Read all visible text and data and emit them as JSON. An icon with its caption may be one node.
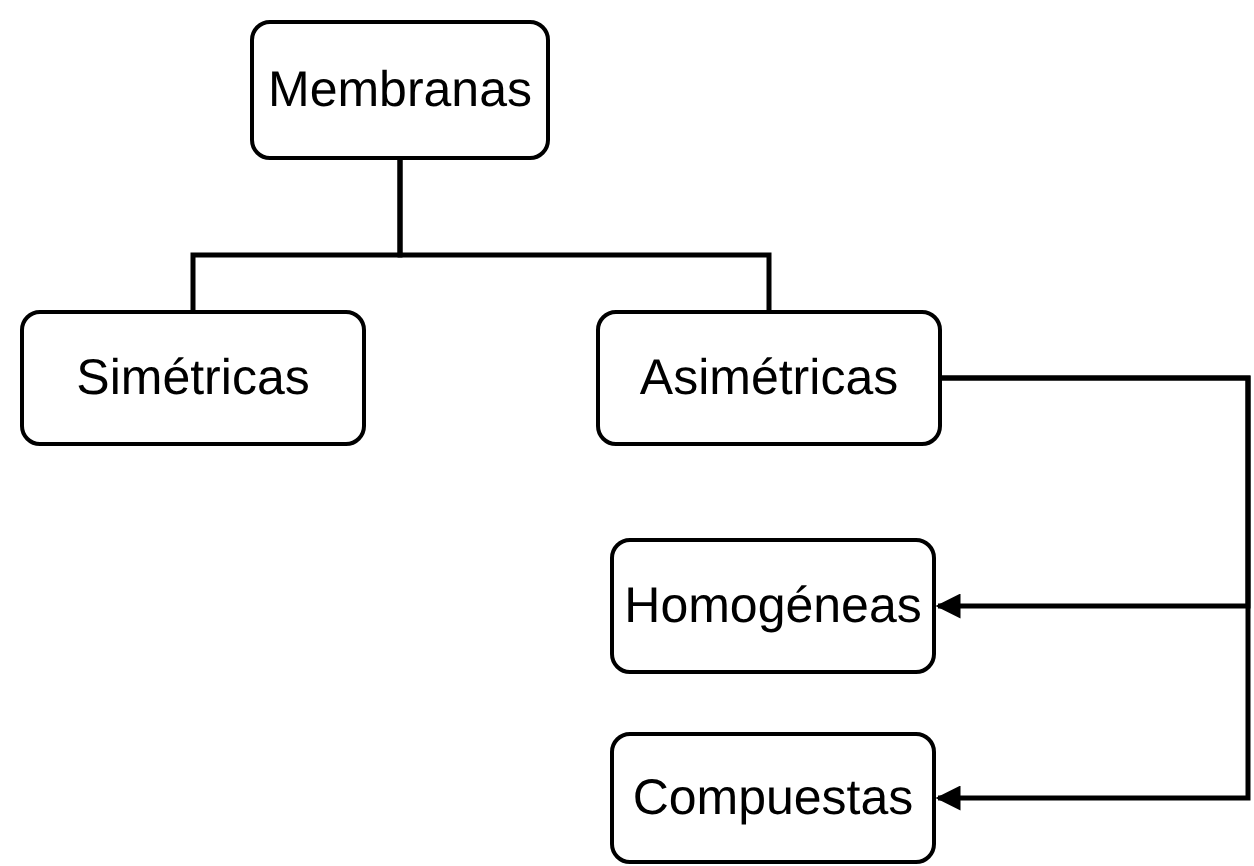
{
  "diagram": {
    "nodes": [
      {
        "text": [
          "Membranas"
        ]
      },
      {
        "text": [
          "Simétricas"
        ]
      },
      {
        "text": [
          "Asimétricas"
        ]
      },
      {
        "text": [
          "Homogéneas"
        ]
      },
      {
        "text": [
          "Compuestas"
        ]
      }
    ],
    "edges": [
      {
        "from": 0,
        "to": 1,
        "arrow": "none"
      },
      {
        "from": 0,
        "to": 2,
        "arrow": "none"
      },
      {
        "from": 2,
        "to": 3,
        "arrow": "to"
      },
      {
        "from": 2,
        "to": 4,
        "arrow": "to"
      }
    ]
  }
}
